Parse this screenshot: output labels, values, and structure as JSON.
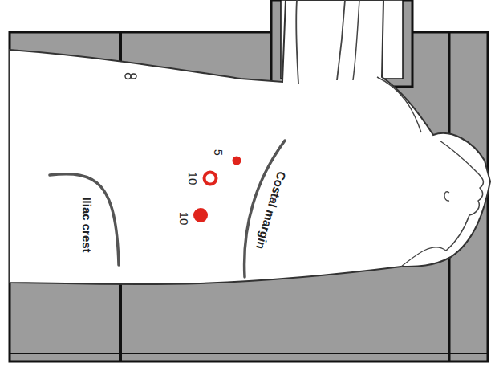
{
  "diagram": {
    "labels": [
      "Costal margin",
      "Iliac crest",
      "5",
      "10",
      "10"
    ]
  }
}
